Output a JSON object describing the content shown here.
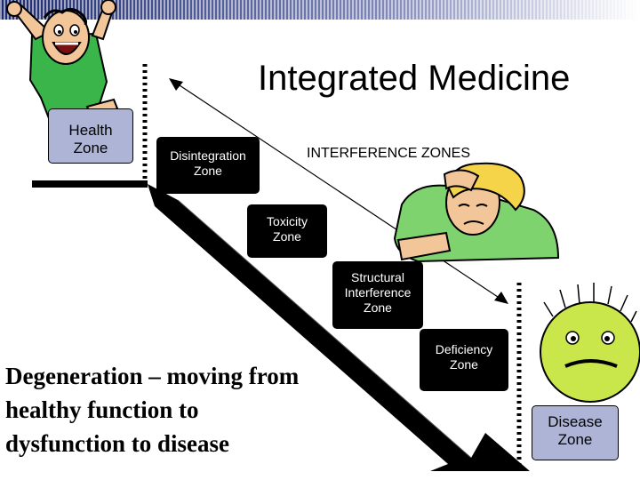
{
  "title": "Integrated Medicine",
  "zones_label": "INTERFERENCE ZONES",
  "health_zone": {
    "line1": "Health",
    "line2": "Zone"
  },
  "disintegration_zone": {
    "line1": "Disintegration",
    "line2": "Zone"
  },
  "toxicity_zone": {
    "line1": "Toxicity",
    "line2": "Zone"
  },
  "structural_zone": {
    "line1": "Structural",
    "line2": "Interference",
    "line3": "Zone"
  },
  "deficiency_zone": {
    "line1": "Deficiency",
    "line2": "Zone"
  },
  "disease_zone": {
    "line1": "Disease",
    "line2": "Zone"
  },
  "caption": {
    "line1": "Degeneration – moving from",
    "line2": "healthy function to",
    "line3": "dysfunction to disease"
  },
  "colors": {
    "zone_box": "#aeb4d6",
    "dark_box": "#000000",
    "happy_face": "#f3c69a",
    "shirt": "#39b54a",
    "sick_face": "#c9e64a"
  }
}
